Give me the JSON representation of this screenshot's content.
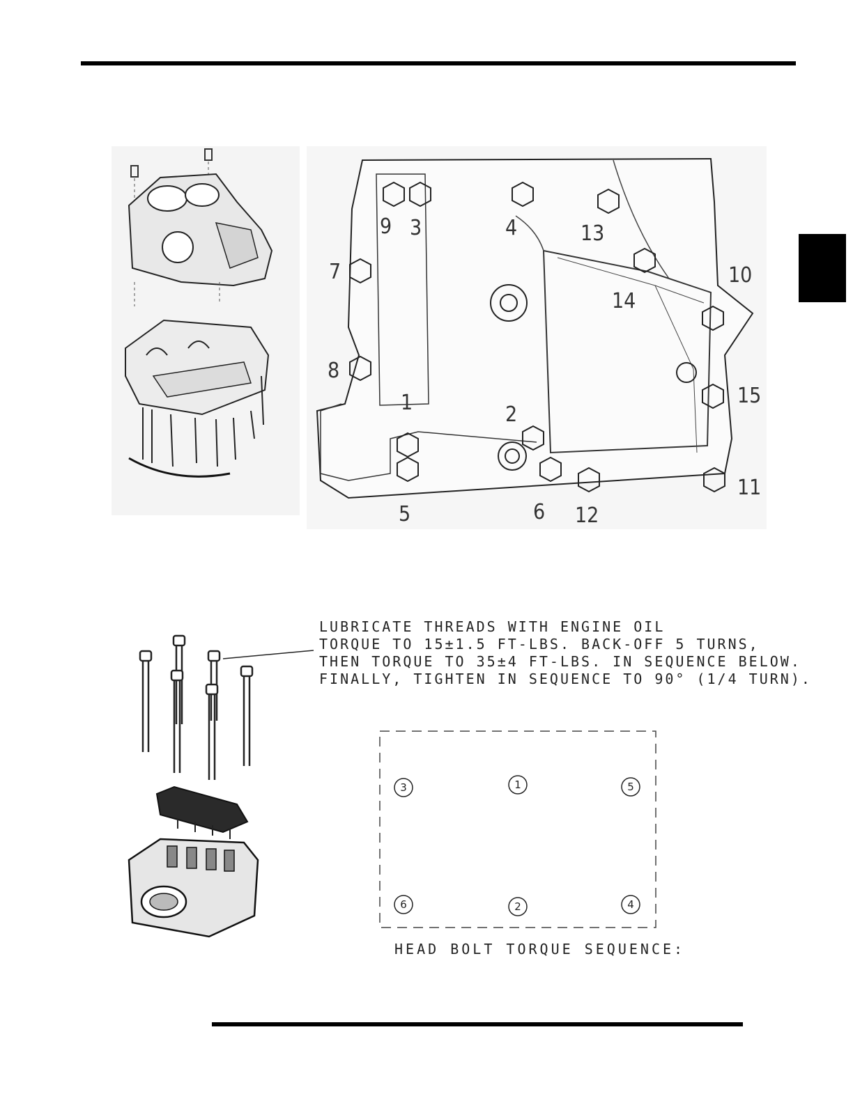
{
  "crankcase_diagram": {
    "bolt_labels": [
      "9",
      "3",
      "4",
      "13",
      "7",
      "10",
      "14",
      "8",
      "1",
      "2",
      "15",
      "5",
      "6",
      "12",
      "11"
    ]
  },
  "head_bolt_note": {
    "lines": [
      "LUBRICATE THREADS WITH ENGINE OIL",
      "TORQUE TO 15±1.5 FT-LBS. BACK-OFF 5 TURNS,",
      "THEN TORQUE TO 35±4 FT-LBS. IN SEQUENCE BELOW.",
      "FINALLY, TIGHTEN IN SEQUENCE TO 90° (1/4 TURN)."
    ]
  },
  "torque_sequence": {
    "title": "HEAD BOLT TORQUE SEQUENCE:",
    "positions": [
      "3",
      "1",
      "5",
      "6",
      "2",
      "4"
    ]
  }
}
